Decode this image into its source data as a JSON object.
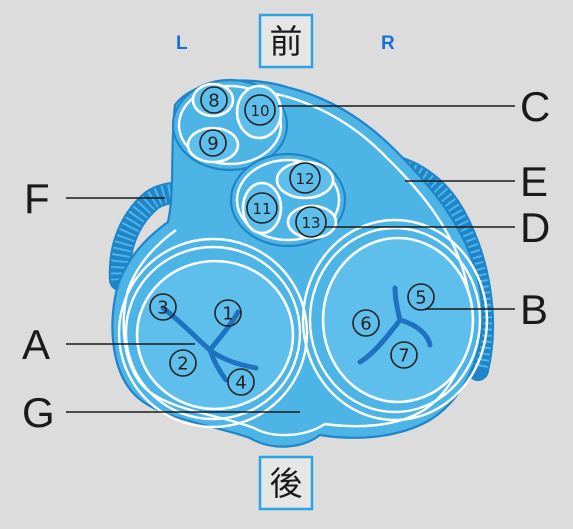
{
  "orientation": {
    "left": "L",
    "right": "R",
    "front": "前",
    "back": "後"
  },
  "callouts": {
    "A": "A",
    "B": "B",
    "C": "C",
    "D": "D",
    "E": "E",
    "F": "F",
    "G": "G"
  },
  "numbers": {
    "n1": "1",
    "n2": "2",
    "n3": "3",
    "n4": "4",
    "n5": "5",
    "n6": "6",
    "n7": "7",
    "n8": "8",
    "n9": "9",
    "n10": "10",
    "n11": "11",
    "n12": "12",
    "n13": "13"
  },
  "colors": {
    "background": "#dcdcdc",
    "tissue": "#4db4e6",
    "outline": "#1f85c8",
    "cusp_line": "#1f72c0",
    "direction_text": "#1a6fd6"
  }
}
